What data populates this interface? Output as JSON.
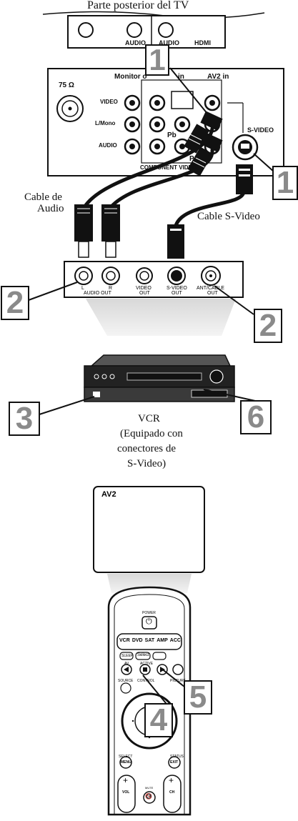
{
  "title": "Parte posterior del TV",
  "tv_top_labels": [
    "AUDIO",
    "AUDIO",
    "HDMI"
  ],
  "tv_panel": {
    "impedance": "75 Ω",
    "monitor_out": "Monitor o",
    "in_label": "in",
    "av2_in": "AV2 in",
    "row_labels": [
      "VIDEO",
      "L/Mono",
      "AUDIO"
    ],
    "pb": "Pb",
    "pr": "Pr",
    "component_video": "COMPONENT VIDEO",
    "svideo": "S-VIDEO"
  },
  "cables": {
    "audio_line1": "Cable de",
    "audio_line2": "Audio",
    "svideo": "Cable S-Video"
  },
  "vcr_panel": {
    "l": "L",
    "r": "R",
    "audio_out": "AUDIO OUT",
    "video": "VIDEO",
    "video_out": "OUT",
    "svideo": "S-VIDEO",
    "svideo_out": "OUT",
    "ant_cable": "ANT/CABLE",
    "ant_out": "OUT"
  },
  "vcr_caption": [
    "VCR",
    "(Equipado con",
    "conectores de",
    "S-Video)"
  ],
  "screen_text": "AV2",
  "remote": {
    "power": "POWER",
    "modes": [
      "VCR",
      "DVD",
      "SAT",
      "AMP",
      "ACC"
    ],
    "sleep": "SLEEP",
    "select": "Select",
    "av": "AV",
    "active": "ACTIVE",
    "control": "CONTROL",
    "picture": "PICTURE",
    "source": "SOURCE",
    "select2": "SELECT",
    "status": "STATUS",
    "menu": "MENU",
    "exit": "EXIT",
    "vol": "VOL",
    "mute": "MUTE",
    "ch": "CH"
  },
  "steps": [
    "1",
    "1",
    "2",
    "2",
    "3",
    "6",
    "4",
    "5"
  ]
}
